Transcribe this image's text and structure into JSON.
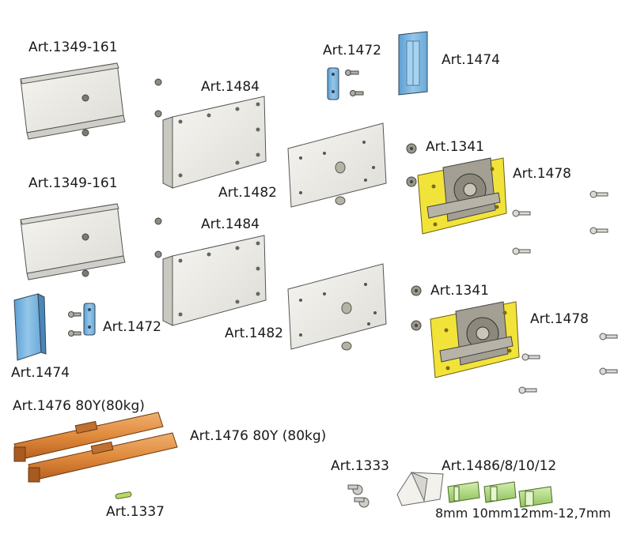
{
  "labels": {
    "art_1349_161_top": "Art.1349-161",
    "art_1349_161_bottom": "Art.1349-161",
    "art_1484_top": "Art.1484",
    "art_1484_bottom": "Art.1484",
    "art_1482_top": "Art.1482",
    "art_1482_bottom": "Art.1482",
    "art_1472_top": "Art.1472",
    "art_1472_bottom": "Art.1472",
    "art_1474_top": "Art.1474",
    "art_1474_bottom": "Art.1474",
    "art_1341_top": "Art.1341",
    "art_1341_bottom": "Art.1341",
    "art_1478_top": "Art.1478",
    "art_1478_bottom": "Art.1478",
    "art_1476_left": "Art.1476 80Y(80kg)",
    "art_1476_right": "Art.1476 80Y (80kg)",
    "art_1337": "Art.1337",
    "art_1333": "Art.1333",
    "art_1486": "Art.1486/8/10/12",
    "sizes": "8mm 10mm12mm-12,7mm"
  },
  "colors": {
    "plate_fill": "#ecebe6",
    "plate_stroke": "#555555",
    "blue_part": "#7fb7e0",
    "yellow_part": "#f2e33a",
    "orange_part": "#e0914a",
    "green_part": "#b8e08a",
    "metal_grey": "#9a9a96"
  }
}
